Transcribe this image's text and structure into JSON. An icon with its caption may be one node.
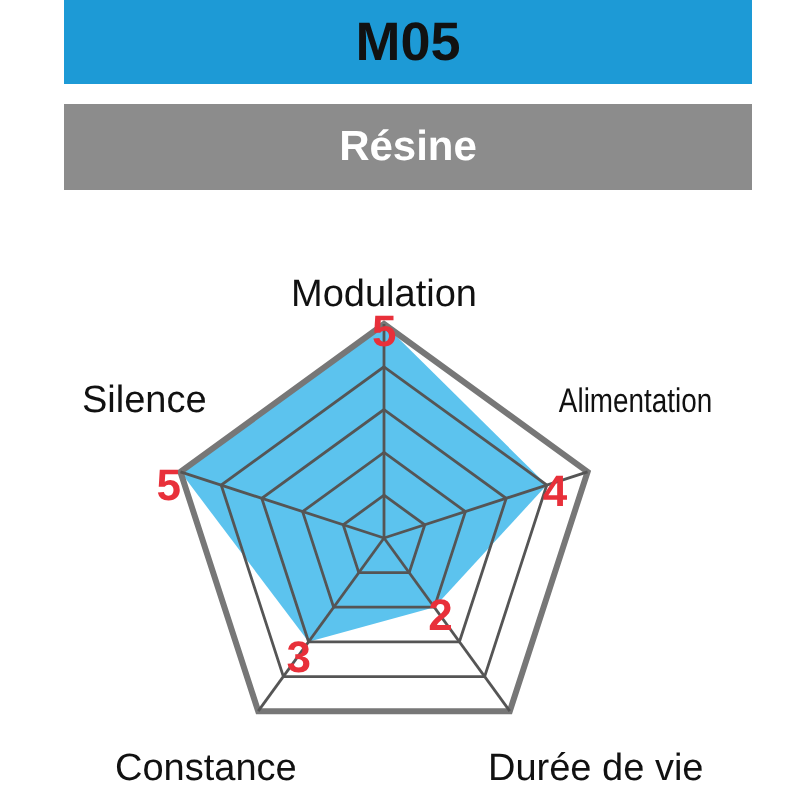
{
  "diagram": {
    "title": "M05",
    "labels": [
      "Résine",
      "Modulation",
      "5",
      "Silence",
      "Alimentation",
      "5",
      "4",
      "2",
      "3",
      "Constance",
      "Durée de vie"
    ]
  }
}
